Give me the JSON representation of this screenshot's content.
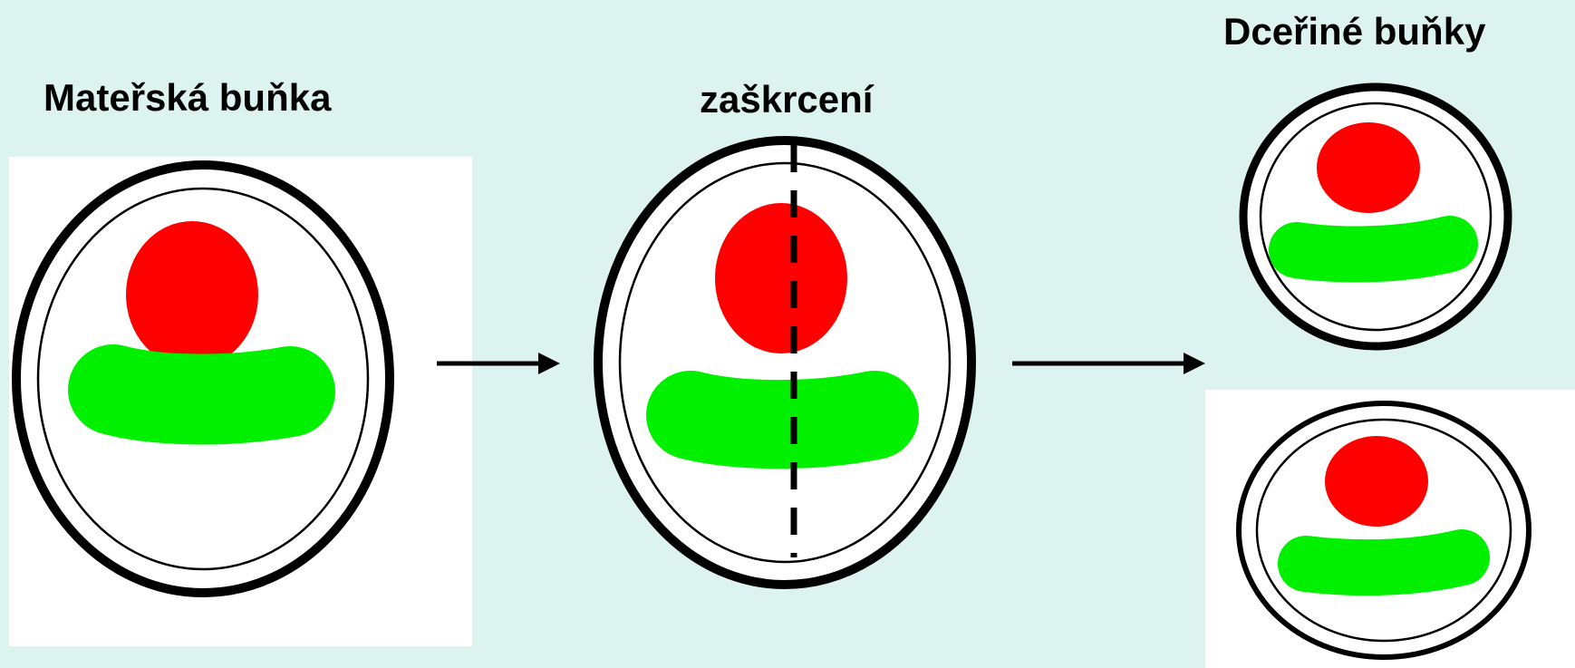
{
  "labels": {
    "mother_cell": "Mateřská buňka",
    "constriction": "zaškrcení",
    "daughter_cells": "Dceřiné buňky"
  },
  "colors": {
    "background": "#DDF3EF",
    "panel": "#FFFFFF",
    "outline": "#000000",
    "nucleus": "#FF0000",
    "organelle": "#00F000"
  }
}
